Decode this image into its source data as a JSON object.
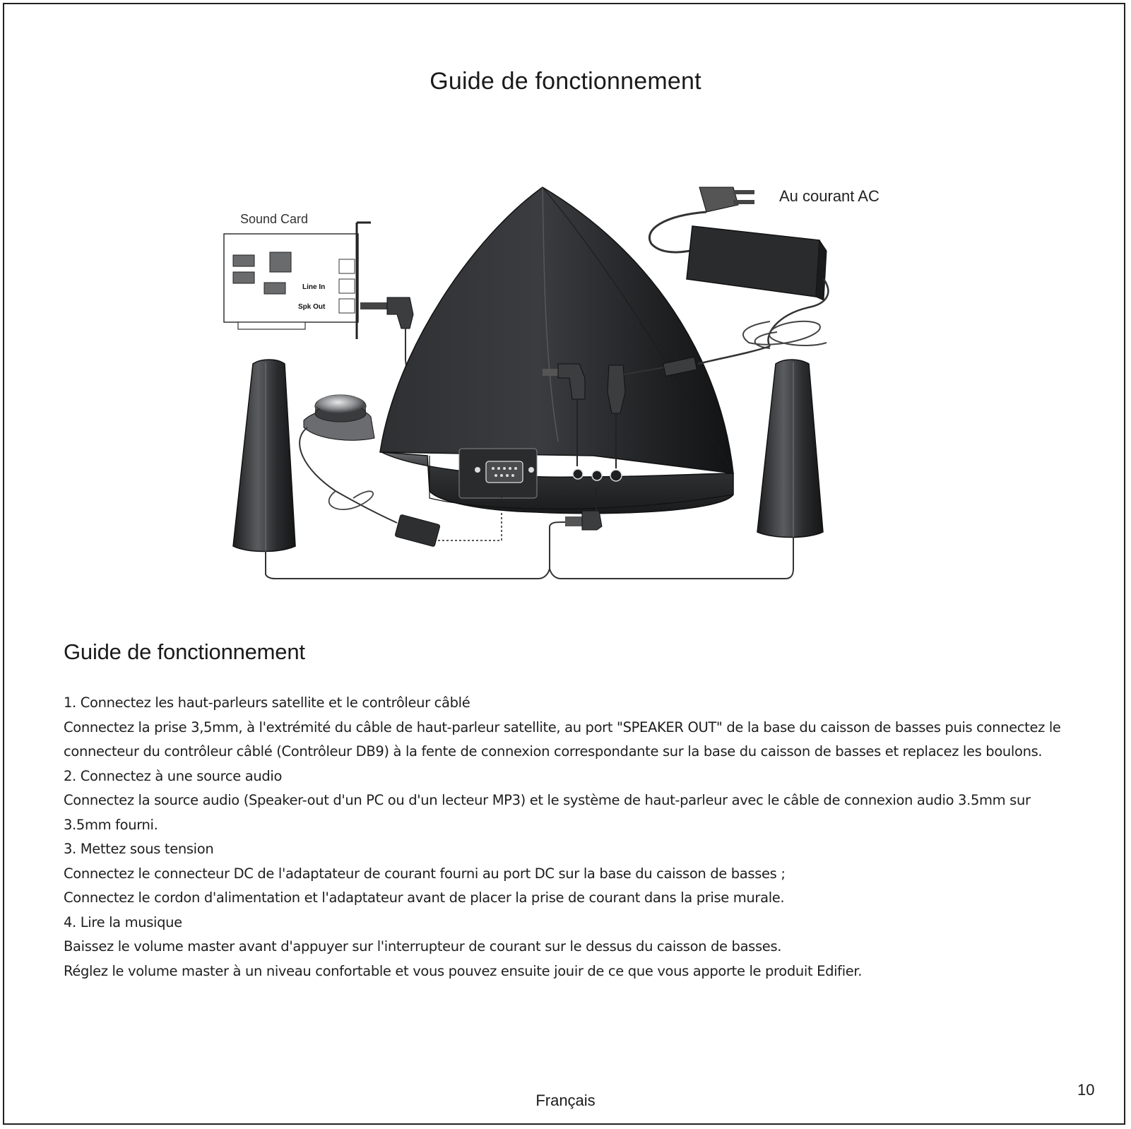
{
  "page": {
    "title": "Guide de fonctionnement",
    "language": "Français",
    "page_number": "10"
  },
  "diagram": {
    "sound_card_label": "Sound Card",
    "line_in_label": "Line In",
    "spk_out_label": "Spk Out",
    "ac_label": "Au courant AC"
  },
  "section": {
    "title": "Guide de fonctionnement",
    "steps": [
      {
        "heading": "1. Connectez les haut-parleurs satellite et le contrôleur câblé",
        "lines": [
          "Connectez la prise 3,5mm, à l'extrémité du câble de haut-parleur satellite, au port \"SPEAKER OUT\" de la base du caisson de basses puis connectez le connecteur du contrôleur câblé (Contrôleur DB9) à la fente de connexion correspondante sur la base du caisson de basses et replacez les boulons."
        ]
      },
      {
        "heading": "2. Connectez à une source audio",
        "lines": [
          "Connectez la source audio (Speaker-out d'un PC ou d'un lecteur MP3) et le système de haut-parleur avec le câble de connexion audio 3.5mm sur 3.5mm fourni."
        ]
      },
      {
        "heading": "3. Mettez sous tension",
        "lines": [
          "Connectez le connecteur DC de l'adaptateur de courant fourni au port DC sur la base du caisson de basses ;",
          "Connectez le cordon d'alimentation et l'adaptateur avant de placer la prise de courant dans la prise murale."
        ]
      },
      {
        "heading": "4. Lire la musique",
        "lines": [
          "Baissez le volume master avant d'appuyer sur l'interrupteur de courant sur le dessus du caisson de basses.",
          "Réglez le volume master à un niveau confortable et vous pouvez ensuite jouir de ce que vous apporte le produit Edifier."
        ]
      }
    ]
  }
}
